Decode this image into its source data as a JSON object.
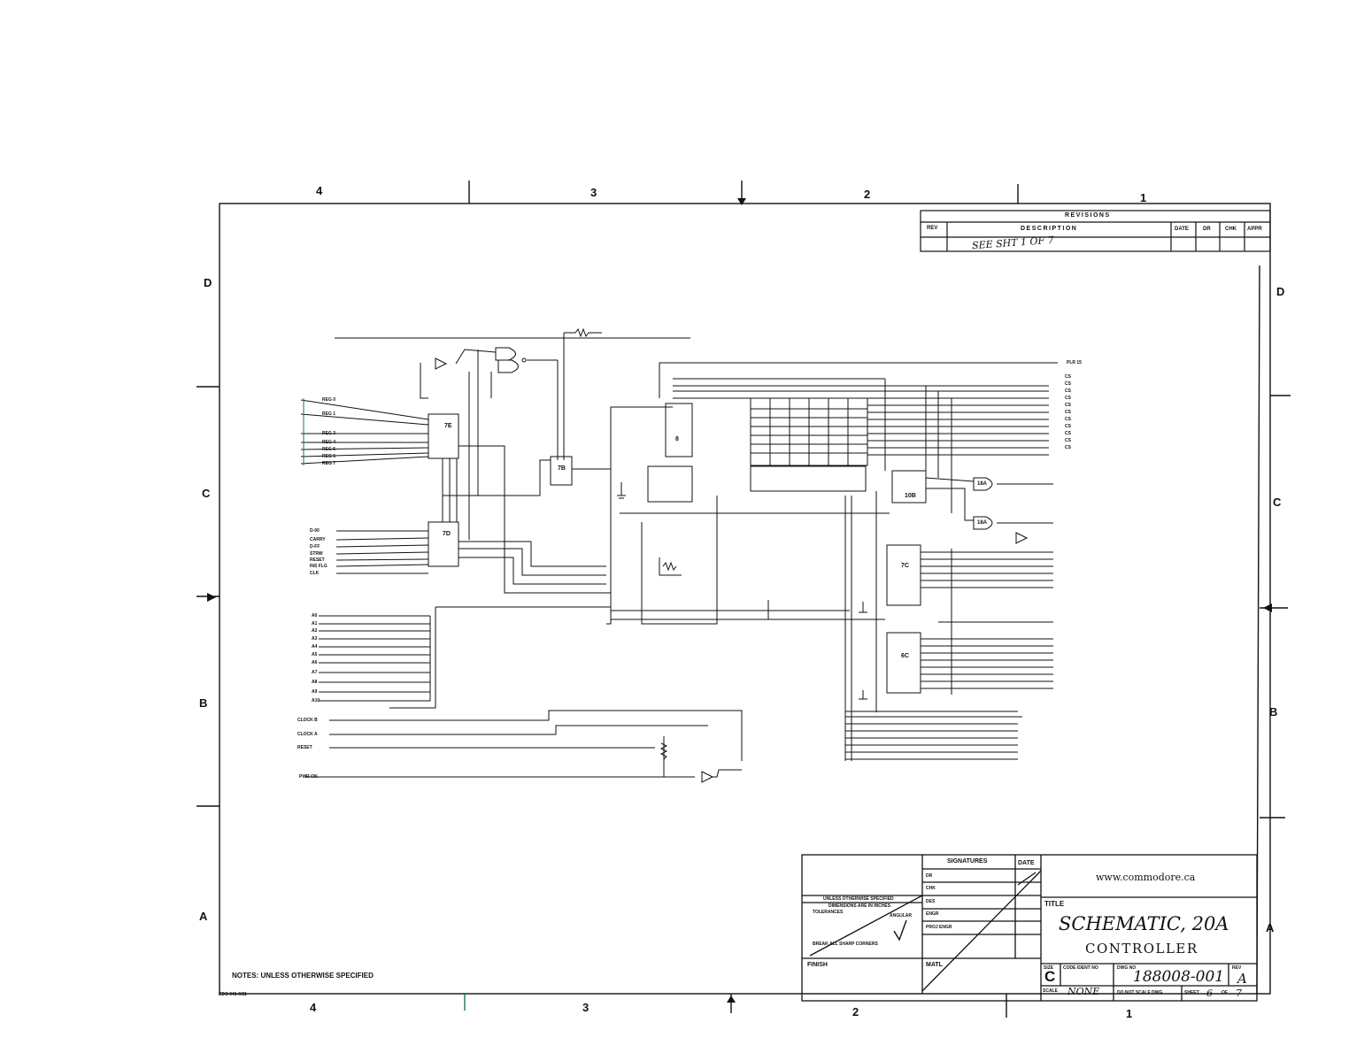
{
  "zones": {
    "top": [
      "4",
      "3",
      "2",
      "1"
    ],
    "bottom": [
      "4",
      "3",
      "2",
      "1"
    ],
    "left": [
      "D",
      "C",
      "B",
      "A"
    ],
    "right": [
      "D",
      "C",
      "B",
      "A"
    ]
  },
  "revisions": {
    "heading": "REVISIONS",
    "col_rev": "REV",
    "col_description": "DESCRIPTION",
    "col_date": "DATE",
    "col_dr": "DR",
    "col_chk": "CHK",
    "col_appr": "APPR",
    "entry": "SEE SHT 1 OF 7"
  },
  "title_block": {
    "signatures": "SIGNATURES",
    "date": "DATE",
    "sig_rows": [
      "DR",
      "CHK",
      "DES",
      "ENGR",
      "PROJ ENGR"
    ],
    "notes_left": "UNLESS OTHERWISE SPECIFIED",
    "dims": "DIMENSIONS ARE IN INCHES",
    "tolerances": "TOLERANCES",
    "angular": "ANGULAR",
    "break_edges": "BREAK ALL SHARP CORNERS",
    "finish": "FINISH",
    "matl": "MATL",
    "watermark": "www.commodore.ca",
    "title_label": "TITLE",
    "title_line1": "SCHEMATIC, 20A",
    "title_line2": "CONTROLLER",
    "size_label": "SIZE",
    "size": "C",
    "code_ident": "CODE IDENT NO",
    "dwg_no_label": "DWG NO",
    "dwg_no": "188008-001",
    "rev_label": "REV",
    "rev": "A",
    "scale_label": "SCALE",
    "scale": "NONE",
    "do_not_scale": "DO NOT SCALE DWG",
    "sheet_label": "SHEET",
    "sheet": "6",
    "of_label": "OF",
    "sheet_total": "7"
  },
  "notes": "NOTES: UNLESS OTHERWISE SPECIFIED",
  "form_no": "EDC-041-6/81",
  "chips": {
    "u7e": "7E",
    "u7d": "7D",
    "u7b": "7B",
    "u8": "8",
    "u10b": "10B",
    "u7c": "7C",
    "u6c": "6C",
    "u18a": "18A",
    "u18a2": "18A"
  },
  "address_lines": [
    "A0",
    "A1",
    "A2",
    "A3",
    "A4",
    "A5",
    "A6",
    "A7",
    "A8",
    "A9",
    "A10"
  ],
  "right_outputs": [
    "PLR 15",
    "CS",
    "CS",
    "CS",
    "CS",
    "CS",
    "CS",
    "CS",
    "CS",
    "CS",
    "CS",
    "CS"
  ],
  "left_signals": [
    "REG 0",
    "REG 1",
    "REG 3",
    "REG 4",
    "REG 5",
    "REG 6",
    "REG 7"
  ],
  "mid_signals": [
    "D-00",
    "CARRY",
    "D-FF",
    "STRW",
    "RESET",
    "INS FLG",
    "CLK"
  ],
  "bottom_signals": [
    "CLOCK B",
    "CLOCK A",
    "RESET",
    "PWR ON"
  ]
}
